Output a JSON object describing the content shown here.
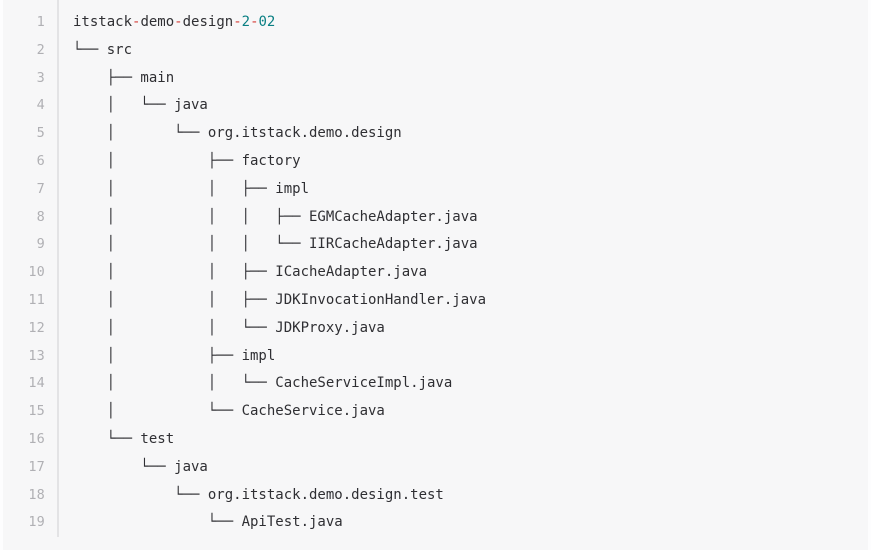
{
  "code_block": {
    "language": "text",
    "background_color": "#f7f7f8",
    "text_color": "#2f2f33",
    "gutter_color": "#b0b0b4",
    "gutter_divider_color": "#e3e3e5",
    "accent_punct_color": "#d6403a",
    "accent_number_color": "#0a7f83",
    "total_lines": 19,
    "line_numbers": [
      "1",
      "2",
      "3",
      "4",
      "5",
      "6",
      "7",
      "8",
      "9",
      "10",
      "11",
      "12",
      "13",
      "14",
      "15",
      "16",
      "17",
      "18",
      "19"
    ],
    "root_label": {
      "prefix": "itstack",
      "sep1": "-",
      "word1": "demo",
      "sep2": "-",
      "word2": "design",
      "sep3": "-",
      "num1": "2",
      "sep4": "-",
      "num2": "02"
    },
    "lines": [
      "itstack-demo-design-2-02",
      "└── src",
      "    ├── main",
      "    │   └── java",
      "    │       └── org.itstack.demo.design",
      "    │           ├── factory",
      "    │           │   ├── impl",
      "    │           │   │   ├── EGMCacheAdapter.java",
      "    │           │   │   └── IIRCacheAdapter.java",
      "    │           │   ├── ICacheAdapter.java",
      "    │           │   ├── JDKInvocationHandler.java",
      "    │           │   └── JDKProxy.java",
      "    │           ├── impl",
      "    │           │   └── CacheServiceImpl.java",
      "    │           └── CacheService.java",
      "    └── test",
      "        └── java",
      "            └── org.itstack.demo.design.test",
      "                └── ApiTest.java"
    ],
    "tree_nodes": [
      {
        "line": 1,
        "depth": 0,
        "name": "itstack-demo-design-2-02",
        "type": "root"
      },
      {
        "line": 2,
        "depth": 1,
        "name": "src",
        "type": "dir"
      },
      {
        "line": 3,
        "depth": 2,
        "name": "main",
        "type": "dir"
      },
      {
        "line": 4,
        "depth": 3,
        "name": "java",
        "type": "dir"
      },
      {
        "line": 5,
        "depth": 4,
        "name": "org.itstack.demo.design",
        "type": "package"
      },
      {
        "line": 6,
        "depth": 5,
        "name": "factory",
        "type": "dir"
      },
      {
        "line": 7,
        "depth": 6,
        "name": "impl",
        "type": "dir"
      },
      {
        "line": 8,
        "depth": 7,
        "name": "EGMCacheAdapter.java",
        "type": "file"
      },
      {
        "line": 9,
        "depth": 7,
        "name": "IIRCacheAdapter.java",
        "type": "file"
      },
      {
        "line": 10,
        "depth": 6,
        "name": "ICacheAdapter.java",
        "type": "file"
      },
      {
        "line": 11,
        "depth": 6,
        "name": "JDKInvocationHandler.java",
        "type": "file"
      },
      {
        "line": 12,
        "depth": 6,
        "name": "JDKProxy.java",
        "type": "file"
      },
      {
        "line": 13,
        "depth": 5,
        "name": "impl",
        "type": "dir"
      },
      {
        "line": 14,
        "depth": 6,
        "name": "CacheServiceImpl.java",
        "type": "file"
      },
      {
        "line": 15,
        "depth": 5,
        "name": "CacheService.java",
        "type": "file"
      },
      {
        "line": 16,
        "depth": 2,
        "name": "test",
        "type": "dir"
      },
      {
        "line": 17,
        "depth": 3,
        "name": "java",
        "type": "dir"
      },
      {
        "line": 18,
        "depth": 4,
        "name": "org.itstack.demo.design.test",
        "type": "package"
      },
      {
        "line": 19,
        "depth": 5,
        "name": "ApiTest.java",
        "type": "file"
      }
    ]
  }
}
